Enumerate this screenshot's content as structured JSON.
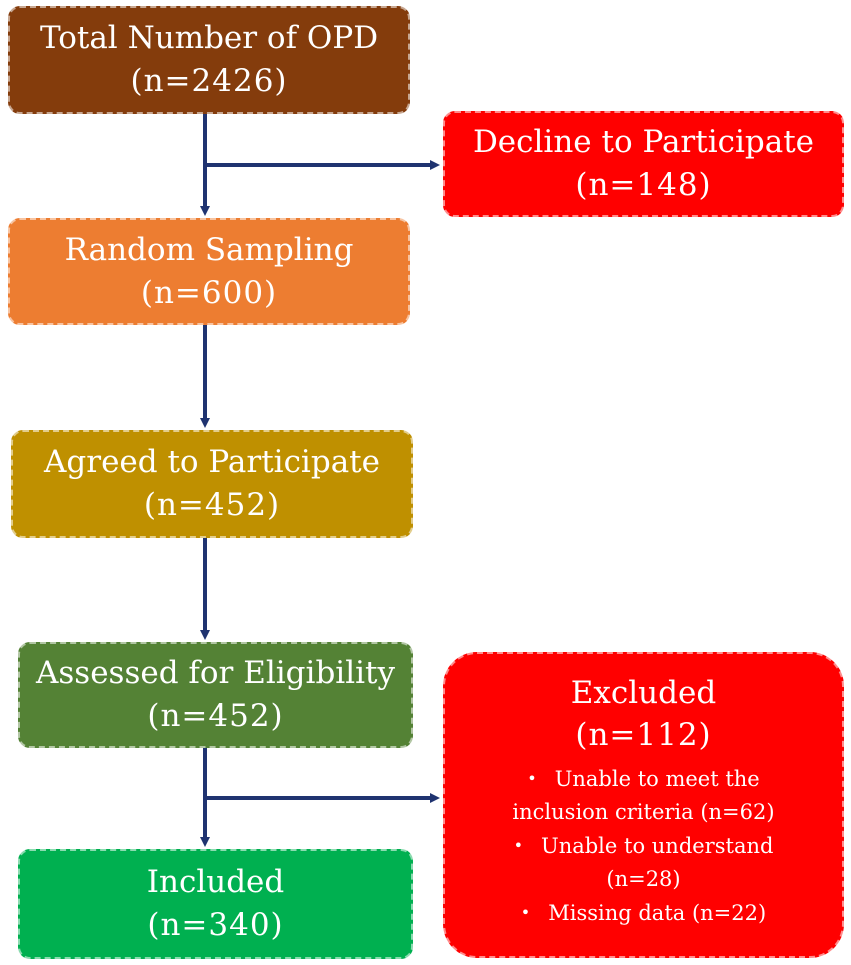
{
  "nodes": {
    "total": {
      "line1": "Total Number of  OPD",
      "line2": "(n=2426)",
      "color": "#843c0c"
    },
    "declined": {
      "line1": "Decline to Participate",
      "line2": "(n=148)",
      "color": "#ff0000"
    },
    "random": {
      "line1": "Random Sampling",
      "line2": "(n=600)",
      "color": "#ed7d31"
    },
    "agreed": {
      "line1": "Agreed to Participate",
      "line2": "(n=452)",
      "color": "#bf9000"
    },
    "assessed": {
      "line1": "Assessed for Eligibility",
      "line2": "(n=452)",
      "color": "#548235"
    },
    "included": {
      "line1": "Included",
      "line2": "(n=340)",
      "color": "#00b050"
    },
    "excluded": {
      "line1": "Excluded",
      "line2": "(n=112)",
      "color": "#ff0000",
      "reasons": [
        {
          "text": "Unable to meet the",
          "continuation": "inclusion criteria (n=62)"
        },
        {
          "text": "Unable to understand",
          "continuation": "(n=28)"
        },
        {
          "text": "Missing data (n=22)",
          "continuation": ""
        }
      ]
    }
  },
  "arrow_color": "#1f3370",
  "bullet_glyph": "•"
}
